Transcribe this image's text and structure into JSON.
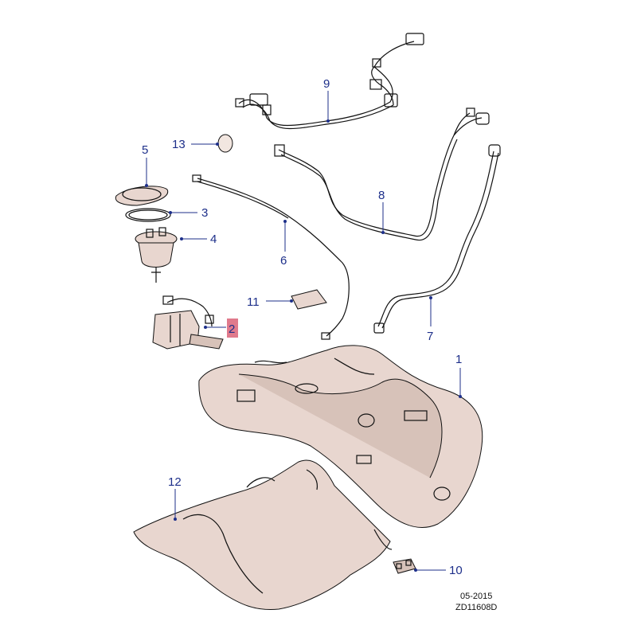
{
  "callouts": {
    "c1": "1",
    "c2": "2",
    "c3": "3",
    "c4": "4",
    "c5": "5",
    "c6": "6",
    "c7": "7",
    "c8": "8",
    "c9": "9",
    "c10": "10",
    "c11": "11",
    "c12": "12",
    "c13": "13"
  },
  "footer": {
    "date": "05-2015",
    "ref": "ZD11608D"
  },
  "colors": {
    "callout": "#1d2f8a",
    "highlight": "#e07a8c"
  }
}
